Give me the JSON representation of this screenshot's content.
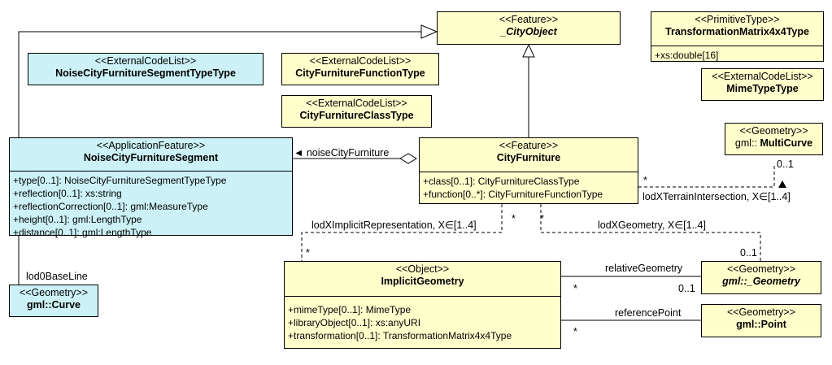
{
  "classes": {
    "city_object": {
      "stereotype": "<<Feature>>",
      "name": "_CityObject"
    },
    "primitive": {
      "stereotype": "<<PrimitiveType>>",
      "name": "TransformationMatrix4x4Type",
      "attrs": [
        "+xs:double[16]"
      ]
    },
    "mime": {
      "stereotype": "<<ExternalCodeList>>",
      "name": "MimeTypeType"
    },
    "seg_type": {
      "stereotype": "<<ExternalCodeList>>",
      "name": "NoiseCityFurnitureSegmentTypeType"
    },
    "func_type": {
      "stereotype": "<<ExternalCodeList>>",
      "name": "CityFurnitureFunctionType"
    },
    "class_type": {
      "stereotype": "<<ExternalCodeList>>",
      "name": "CityFurnitureClassType"
    },
    "multicurve": {
      "stereotype": "<<Geometry>>",
      "prefix": "gml:: ",
      "name": "MultiCurve"
    },
    "segment": {
      "stereotype": "<<ApplicationFeature>>",
      "name": "NoiseCityFurnitureSegment",
      "attrs": [
        "+type[0..1]: NoiseCityFurnitureSegmentTypeType",
        "+reflection[0..1]: xs:string",
        "+reflectionCorrection[0..1]: gml:MeasureType",
        "+height[0..1]: gml:LengthType",
        "+distance[0..1]: gml:LengthType"
      ]
    },
    "city_furniture": {
      "stereotype": "<<Feature>>",
      "name": "CityFurniture",
      "attrs": [
        "+class[0..1]: CityFurnitureClassType",
        "+function[0..*]: CityFurnitureFunctionType"
      ]
    },
    "curve": {
      "stereotype": "<<Geometry>>",
      "name": "gml::Curve"
    },
    "implicit": {
      "stereotype": "<<Object>>",
      "name": "ImplicitGeometry",
      "attrs": [
        "+mimeType[0..1]: MimeType",
        "+libraryObject[0..1]: xs:anyURI",
        "+transformation[0..1]: TransformationMatrix4x4Type"
      ]
    },
    "geometry": {
      "stereotype": "<<Geometry>>",
      "name": "gml::_Geometry"
    },
    "point": {
      "stereotype": "<<Geometry>>",
      "name": "gml::Point"
    }
  },
  "labels": {
    "noise_city_furniture": "◄ noiseCityFurniture",
    "lod_terrain": "lodXTerrainIntersection, X∈[1..4]",
    "lod_implicit": "lodXImplicitRepresentation, X∈[1..4]",
    "lod_geometry": "lodXGeometry, X∈[1..4]",
    "lod0_baseline": "lod0BaseLine",
    "relative_geometry": "relativeGeometry",
    "reference_point": "referencePoint",
    "m_0_1_multicurve": "0..1",
    "m_star_terrain": "*",
    "m_star_implicit_top": "*",
    "m_star_implicit_bottom": "*",
    "m_star_lodgeom": "*",
    "m_0_1_lodgeom": "0..1",
    "m_star_relgeom": "*",
    "m_0_1_relgeom": "0..1",
    "m_star_refpoint": "*"
  }
}
